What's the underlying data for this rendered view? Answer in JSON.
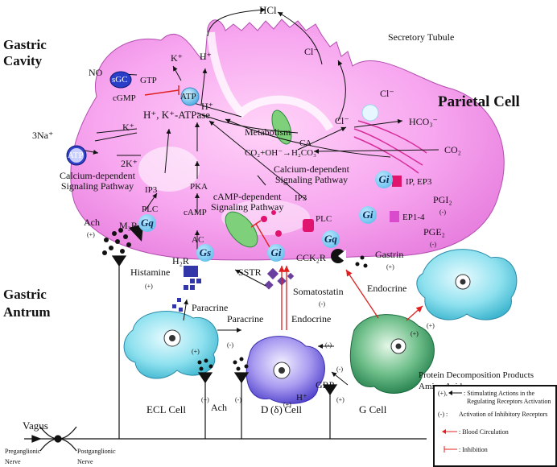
{
  "sections": {
    "cavity_line1": "Gastric",
    "cavity_line2": "Cavity",
    "antrum_line1": "Gastric",
    "antrum_line2": "Antrum",
    "parietal": "Parietal Cell"
  },
  "top_labels": {
    "hcl": "HCl",
    "secretory_tubule": "Secretory Tubule",
    "cl_minus_1": "Cl⁻",
    "cl_minus_2": "Cl⁻",
    "cl_minus_3": "Cl⁻",
    "hco3": "HCO₃⁻",
    "co2": "CO₂",
    "h_plus_top": "H⁺",
    "k_plus_top": "K⁺",
    "h_plus_mid": "H⁺",
    "k_plus_left": "K⁺",
    "no": "NO",
    "sgc": "sGC",
    "gtp": "GTP",
    "cgmp": "cGMP",
    "atp_1": "ATP",
    "atp_2": "ATP",
    "atpase": "H⁺, K⁺-ATPase",
    "na3": "3Na⁺",
    "k2": "2K⁺",
    "metabolism": "Metabolism",
    "ca": "CA",
    "reaction": "CO₂+OH⁻→H₂CO₃"
  },
  "pathways": {
    "calcium_left": "Calcium-dependent\nSignaling Pathway",
    "calcium_right": "Calcium-dependent\nSignaling Pathway",
    "camp": "cAMP-dependent\nSignaling Pathway",
    "ip3_left": "IP3",
    "ip3_right": "IP3",
    "pka": "PKA",
    "camp_short": "cAMP",
    "ac": "AC",
    "plc_left": "PLC",
    "plc_right": "PLC"
  },
  "receptors": {
    "gq_left": "Gq",
    "gs": "Gs",
    "gi_mid": "Gi",
    "gq_right": "Gq",
    "gi_ip": "Gi",
    "gi_ep": "Gi",
    "m3r": "M₃R",
    "h2r": "H₂R",
    "sstr": "SSTR",
    "cck2r": "CCK₂R",
    "ip_ep3": "IP, EP3",
    "ep14": "EP1-4"
  },
  "ligands": {
    "ach_top": "Ach",
    "ach_top_sign": "(+)",
    "histamine": "Histamine",
    "histamine_sign": "(+)",
    "somatostatin": "Somatostatin",
    "somatostatin_sign": "(-)",
    "gastrin": "Gastrin",
    "gastrin_sign": "(+)",
    "pgi2": "PGI₂",
    "pgi2_sign": "(-)",
    "pge2": "PGE₂",
    "pge2_sign": "(-)",
    "ach_bottom": "Ach",
    "grp": "GRP",
    "h_plus_bottom": "H⁺"
  },
  "routes": {
    "paracrine_left": "Paracrine",
    "paracrine_mid": "Paracrine",
    "endocrine_mid": "Endocrine",
    "endocrine_right": "Endocrine"
  },
  "signs": {
    "ecl_minus": "(-)",
    "d_minus": "(-)",
    "g_minus": "(-)",
    "ecl_plus": "(+)",
    "ach_plus": "(+)",
    "ach_minus": "(-)",
    "d_plus": "(+)",
    "g_plus": "(+)",
    "g_right_plus": "(+)",
    "g_far_plus": "(+)"
  },
  "cells": {
    "ecl": "ECL Cell",
    "d": "D (δ) Cell",
    "g": "G Cell"
  },
  "protein": {
    "line1": "Protein Decomposition Products",
    "line2": "Amino Acid"
  },
  "vagus": {
    "label": "Vagus",
    "pre": "Preganglionic\nNerve",
    "post": "Postganglionic\nNerve"
  },
  "legend": {
    "plus_sym": "(+),",
    "plus_text_1": ": Stimulating Actions in the",
    "plus_text_2": "Regulating Receptors Activation",
    "minus_sym": "(-) :",
    "minus_text": "Activation of Inhibitory Receptors",
    "blood_text": ": Blood Circulation",
    "inhib_text": ": Inhibition"
  },
  "colors": {
    "cell_pink": "#f08ce8",
    "receptor_blue": "#4cb2e8",
    "inhibit_red": "#e02020",
    "ecl_cyan": "#6fd6e8",
    "d_purple": "#7a6ee0",
    "g_green": "#3a9a60",
    "mito_green": "#7fd07a"
  }
}
